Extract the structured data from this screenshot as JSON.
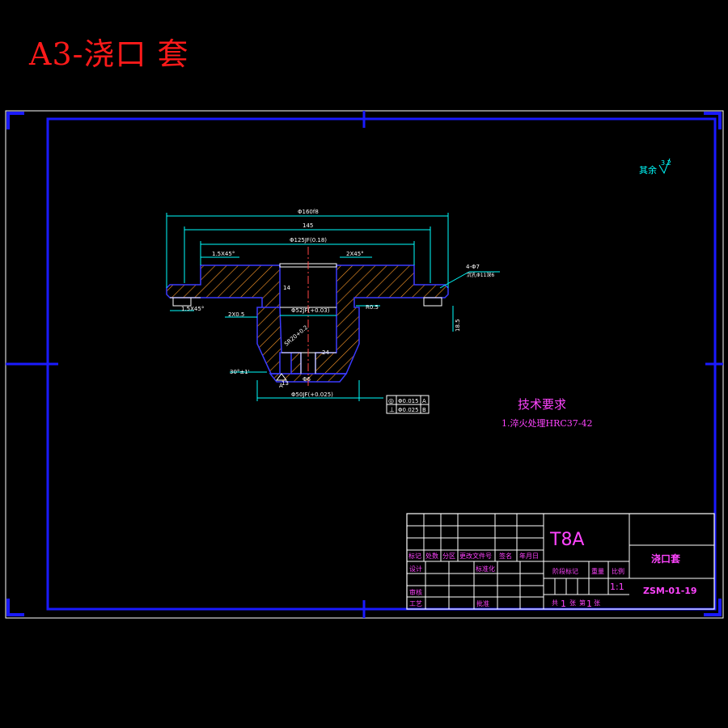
{
  "sheet_title": "A3-浇口 套",
  "roughness_note": {
    "label": "其余",
    "value": "3.2"
  },
  "tech_requirements": {
    "heading": "技术要求",
    "items": [
      "1.淬火处理HRC37-42"
    ]
  },
  "dimensions": {
    "overall_dia": "Φ160f8",
    "d145": "145",
    "d125": "Φ125JF(0.18)",
    "chamfer_left_top": "1.5X45°",
    "chamfer_right_top": "2X45°",
    "chamfer_left_bottom": "1.5X45°",
    "chamfer_mid": "2X0.5",
    "r05": "R0.5",
    "bore_mid": "Φ52JF(+0.03)",
    "bore_bottom": "Φ50JF(+0.025)",
    "sphere": "SR20+0.2",
    "angle": "30°±1'",
    "hole_small": "Φ6",
    "holes": "4-Φ7",
    "counterbore": "沉孔Φ11深6",
    "height_right": "18.5",
    "dim_14": "14",
    "dim_13": "13",
    "dim_24": "24",
    "datum": "A"
  },
  "tolerances": [
    {
      "symbol": "◎",
      "value": "Φ0.015",
      "datum": "A"
    },
    {
      "symbol": "⊥",
      "value": "Φ0.025",
      "datum": "B"
    }
  ],
  "title_block": {
    "material": "T8A",
    "part_name": "浇口套",
    "drawing_no": "ZSM-01-19",
    "scale": "1:1",
    "scale_label": "比例",
    "weight_label": "重量",
    "stage_label": "阶段标记",
    "header_row": [
      "标记",
      "处数",
      "分区",
      "更改文件号",
      "签名",
      "年月日"
    ],
    "design": "设计",
    "standardize": "标准化",
    "review": "审核",
    "process": "工艺",
    "approve": "批准",
    "sheets_total_label": "共",
    "sheets_total": "1",
    "sheets_unit": "张",
    "sheet_no_label": "第",
    "sheet_no": "1",
    "sheet_no_unit": "张"
  }
}
